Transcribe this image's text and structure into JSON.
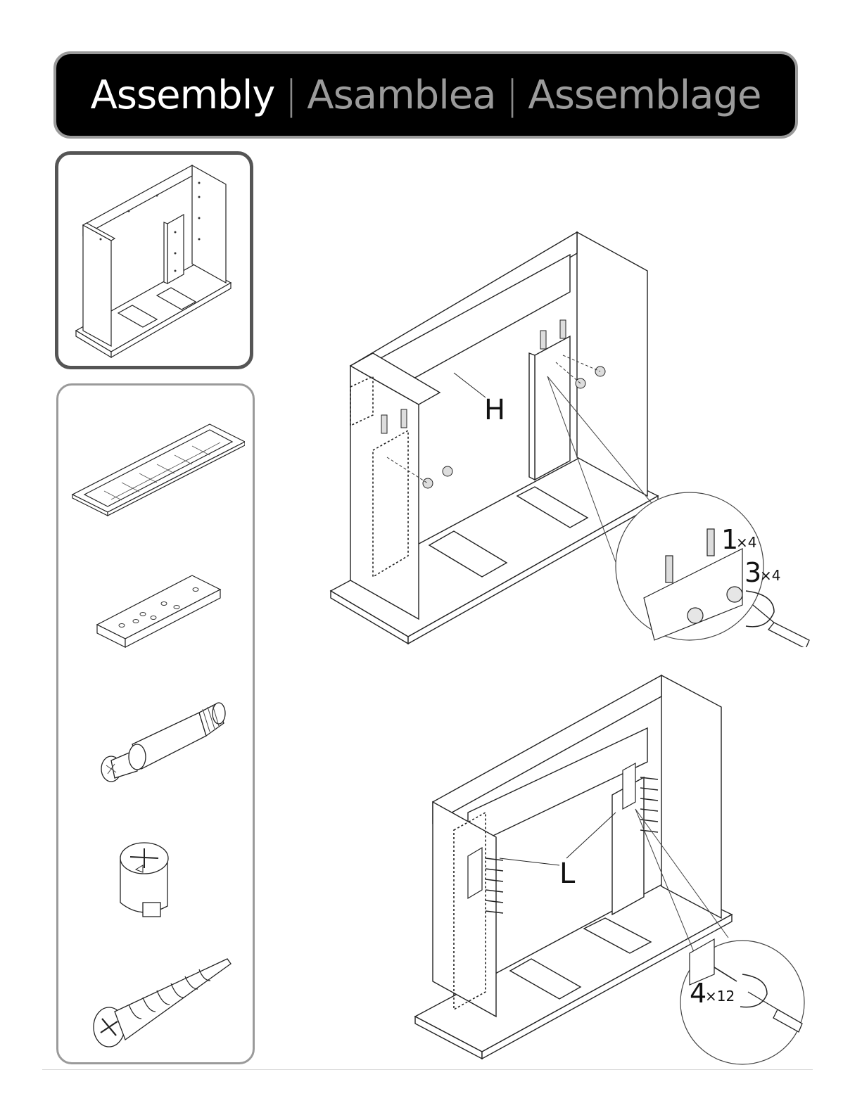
{
  "header": {
    "title_en": "Assembly",
    "separator": "|",
    "title_es": "Asamblea",
    "title_fr": "Assemblage"
  },
  "diagram_top": {
    "panel_label": "H",
    "callout_1_number": "1",
    "callout_1_qty": "×4",
    "callout_2_number": "3",
    "callout_2_qty": "×4"
  },
  "diagram_bottom": {
    "panel_label": "L",
    "callout_number": "4",
    "callout_qty": "×12"
  }
}
